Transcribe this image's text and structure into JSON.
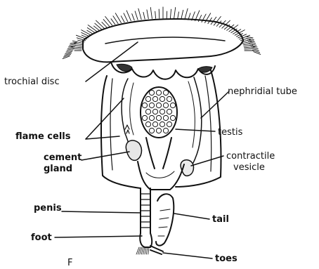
{
  "diagram": {
    "labels": {
      "trochial_disc": "trochial disc",
      "flame_cells": "flame cells",
      "cement_gland_1": "cement",
      "cement_gland_2": "gland",
      "penis": "penis",
      "foot": "foot",
      "nephridial_tube": "nephridial tube",
      "testis": "testis",
      "contractile_vesicle_1": "contractile",
      "contractile_vesicle_2": "vesicle",
      "tail": "tail",
      "toes": "toes",
      "caption_fragment": "F"
    }
  }
}
